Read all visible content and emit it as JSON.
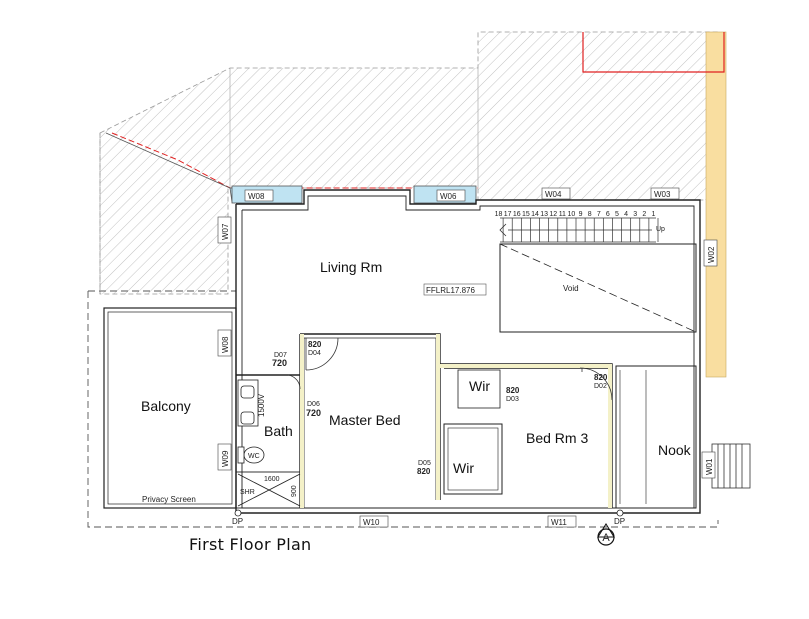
{
  "title": "First Floor Plan",
  "rooms": {
    "living": "Living Rm",
    "balcony": "Balcony",
    "bath": "Bath",
    "master": "Master Bed",
    "wir1": "Wir",
    "wir2": "Wir",
    "bed3": "Bed Rm 3",
    "nook": "Nook",
    "void": "Void"
  },
  "notes": {
    "level": "FFLRL17.876",
    "privacy": "Privacy Screen",
    "shower": "SHR",
    "up": "Up",
    "shower_w": "1600",
    "shower_d": "900",
    "vanity": "1500V",
    "wc": "WC"
  },
  "windows": {
    "w08": "W08",
    "w06": "W06",
    "w04": "W04",
    "w03": "W03",
    "w07": "W07",
    "w02": "W02",
    "w08b": "W08",
    "w09": "W09",
    "w10": "W10",
    "w11": "W11",
    "w01": "W01"
  },
  "doors": {
    "d04_w": "820",
    "d04": "D04",
    "d07": "D07",
    "d07_w": "720",
    "d06": "D06",
    "d06_w": "720",
    "d03_w": "820",
    "d03": "D03",
    "d02_w": "820",
    "d02": "D02",
    "d05": "D05",
    "d05_w": "820"
  },
  "downpipes": {
    "dp_left": "DP",
    "dp_right": "DP"
  },
  "section_marker": "A",
  "stair_numbers": [
    "18",
    "17",
    "16",
    "15",
    "14",
    "13",
    "12",
    "11",
    "10",
    "9",
    "8",
    "7",
    "6",
    "5",
    "4",
    "3",
    "2",
    "1"
  ],
  "colors": {
    "wall": "#222222",
    "wall_fill": "#f4f1c8",
    "window_fill": "#bfe3f2",
    "hatch": "#b8b8b8",
    "timber": "#f9dea0",
    "red_line": "#e02020"
  }
}
